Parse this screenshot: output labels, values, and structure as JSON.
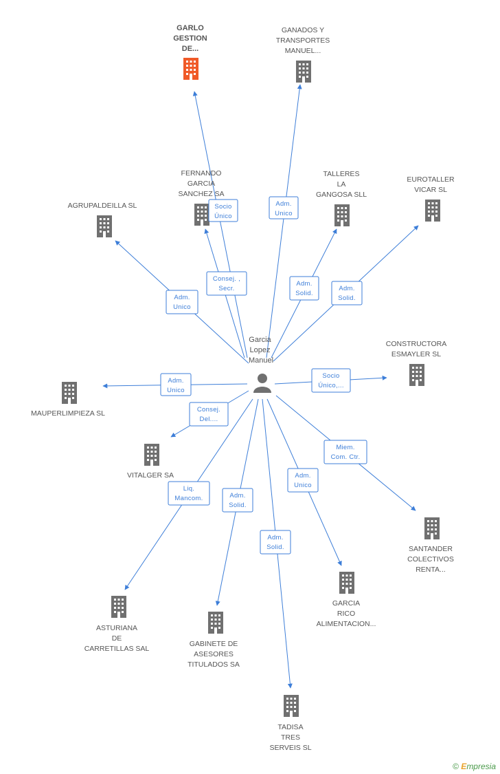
{
  "person": {
    "name_lines": [
      "Garcia",
      "Lopez",
      "Manuel"
    ]
  },
  "companies": [
    {
      "id": "garlo",
      "label_lines": [
        "GARLO",
        "GESTION",
        "DE..."
      ],
      "highlight": true
    },
    {
      "id": "ganados",
      "label_lines": [
        "GANADOS Y",
        "TRANSPORTES",
        "MANUEL..."
      ]
    },
    {
      "id": "fernando",
      "label_lines": [
        "FERNANDO",
        "GARCIA",
        "SANCHEZ SA"
      ]
    },
    {
      "id": "talleres",
      "label_lines": [
        "TALLERES",
        "LA",
        "GANGOSA SLL"
      ]
    },
    {
      "id": "eurotaller",
      "label_lines": [
        "EUROTALLER",
        "VICAR SL"
      ]
    },
    {
      "id": "agrupaldeilla",
      "label_lines": [
        "AGRUPALDEILLA SL"
      ]
    },
    {
      "id": "constructora",
      "label_lines": [
        "CONSTRUCTORA",
        "ESMAYLER SL"
      ]
    },
    {
      "id": "mauperlimpieza",
      "label_lines": [
        "MAUPERLIMPIEZA SL"
      ]
    },
    {
      "id": "vitalger",
      "label_lines": [
        "VITALGER SA"
      ]
    },
    {
      "id": "santander",
      "label_lines": [
        "SANTANDER",
        "COLECTIVOS",
        "RENTA..."
      ]
    },
    {
      "id": "garcia_rico",
      "label_lines": [
        "GARCIA",
        "RICO",
        "ALIMENTACION..."
      ]
    },
    {
      "id": "asturiana",
      "label_lines": [
        "ASTURIANA",
        "DE",
        "CARRETILLAS SAL"
      ]
    },
    {
      "id": "gabinete",
      "label_lines": [
        "GABINETE DE",
        "ASESORES",
        "TITULADOS SA"
      ]
    },
    {
      "id": "tadisa",
      "label_lines": [
        "TADISA",
        "TRES",
        "SERVEIS SL"
      ]
    }
  ],
  "relations": [
    {
      "to": "garlo",
      "role_lines": [
        "Socio",
        "Único"
      ]
    },
    {
      "to": "ganados",
      "role_lines": [
        "Adm.",
        "Unico"
      ]
    },
    {
      "to": "fernando",
      "role_lines": [
        "Consej. ,",
        "Secr."
      ]
    },
    {
      "to": "talleres",
      "role_lines": [
        "Adm.",
        "Solid."
      ]
    },
    {
      "to": "eurotaller",
      "role_lines": [
        "Adm.",
        "Solid."
      ]
    },
    {
      "to": "agrupaldeilla",
      "role_lines": [
        "Adm.",
        "Unico"
      ]
    },
    {
      "to": "constructora",
      "role_lines": [
        "Socio",
        "Único,..."
      ]
    },
    {
      "to": "mauperlimpieza",
      "role_lines": [
        "Adm.",
        "Unico"
      ]
    },
    {
      "to": "vitalger",
      "role_lines": [
        "Consej.",
        "Del...."
      ]
    },
    {
      "to": "santander",
      "role_lines": [
        "Miem.",
        "Com. Ctr."
      ]
    },
    {
      "to": "garcia_rico",
      "role_lines": [
        "Adm.",
        "Unico"
      ]
    },
    {
      "to": "asturiana",
      "role_lines": [
        "Liq.",
        "Mancom."
      ]
    },
    {
      "to": "gabinete",
      "role_lines": [
        "Adm.",
        "Solid."
      ]
    },
    {
      "to": "tadisa",
      "role_lines": [
        "Adm.",
        "Solid."
      ]
    }
  ],
  "colors": {
    "edge": "#3d7ed8",
    "building": "#707070",
    "highlight": "#f05a28",
    "person": "#707070"
  },
  "icons": {
    "company": "building-icon",
    "person": "person-icon"
  },
  "footer": {
    "copyright": "©",
    "brand_first": "E",
    "brand_rest": "mpresia"
  }
}
